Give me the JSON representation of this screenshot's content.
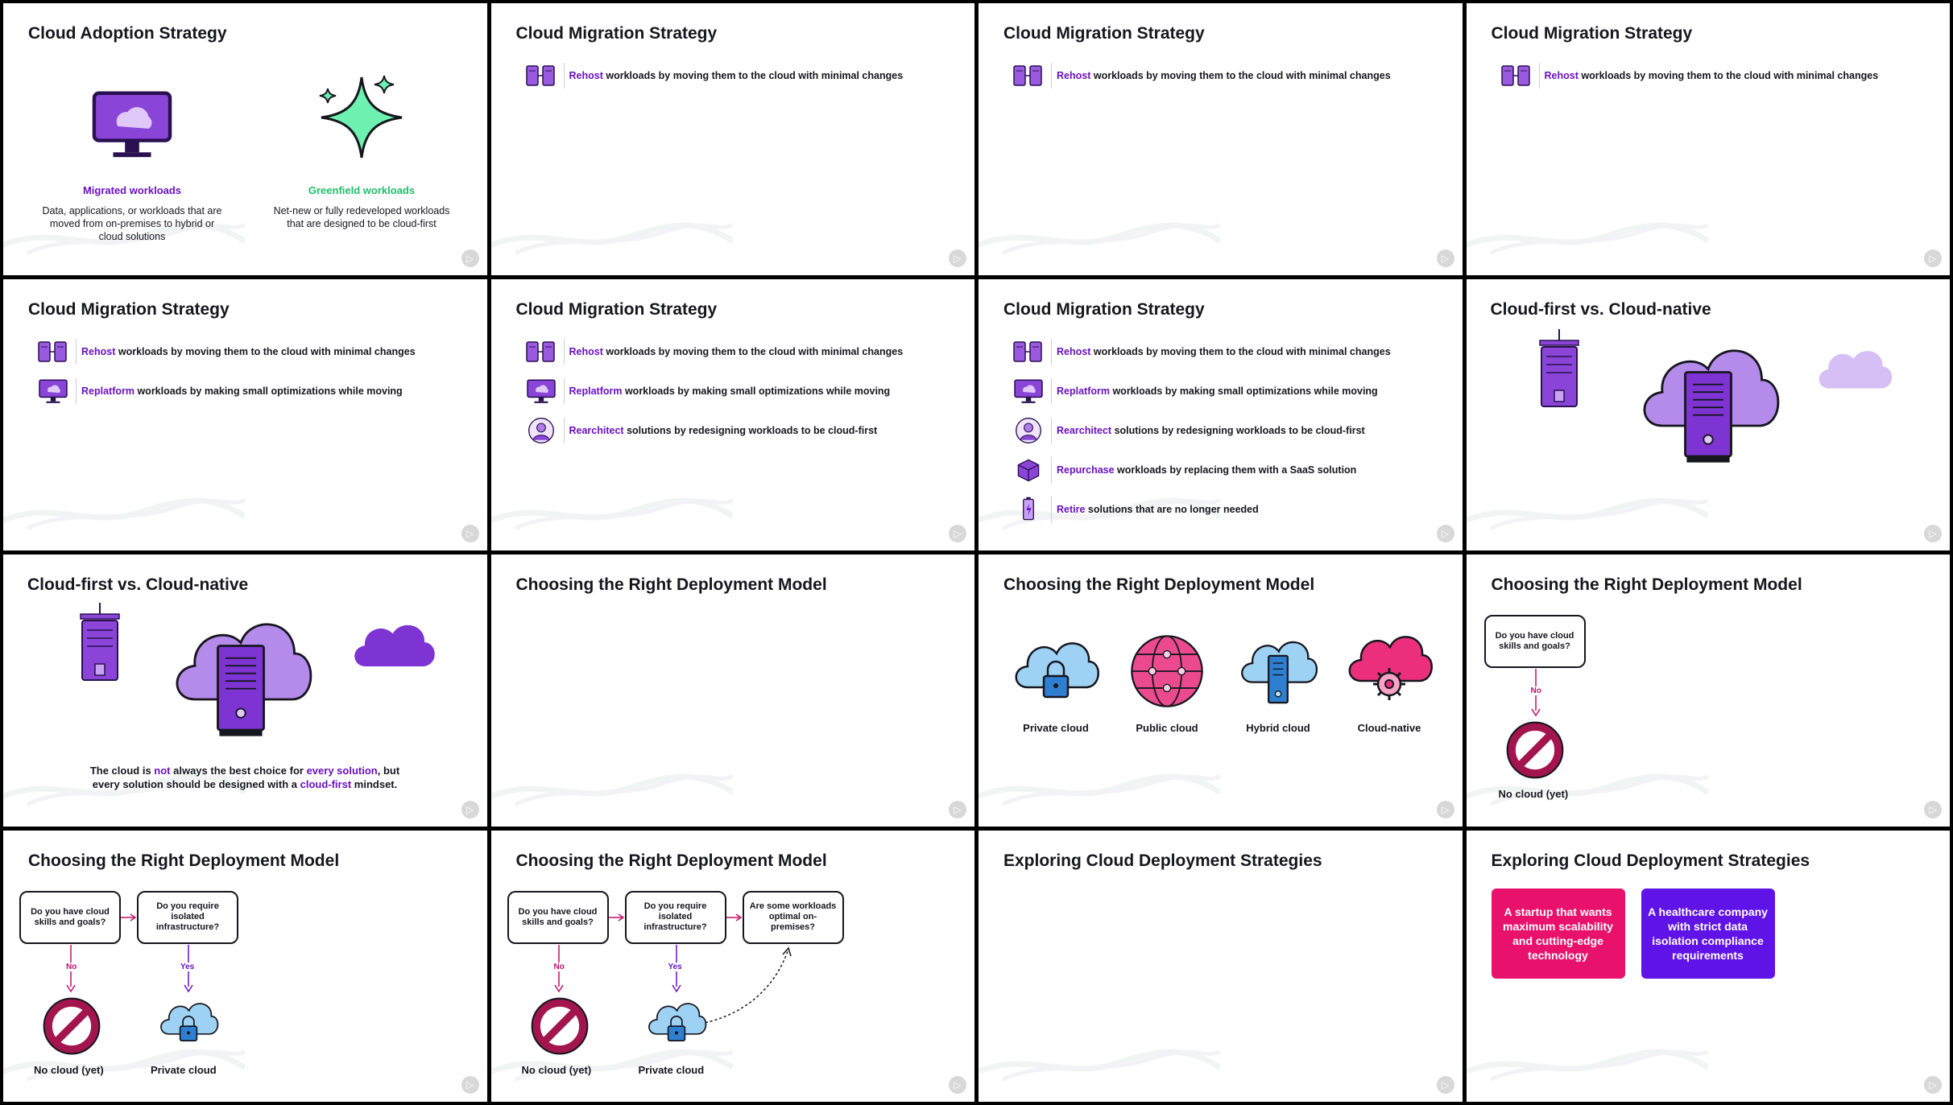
{
  "colors": {
    "purple": "#6a11c0",
    "green": "#1fbf6a",
    "pink": "#e8116c",
    "violet": "#6013e6",
    "crimson": "#a0144c",
    "sky": "#8ccbf2",
    "lavender": "#b07ce8"
  },
  "slides": {
    "s1": {
      "title": "Cloud Adoption Strategy",
      "migrated_head": "Migrated workloads",
      "migrated_body": "Data, applications, or workloads that are moved from on-premises to hybrid or cloud solutions",
      "greenfield_head": "Greenfield workloads",
      "greenfield_body": "Net-new or fully redeveloped workloads that are designed to be cloud-first"
    },
    "migration_title": "Cloud Migration Strategy",
    "rows": {
      "rehost_kw": "Rehost",
      "rehost_txt": " workloads by moving them to the cloud with minimal changes",
      "replatform_kw": "Replatform",
      "replatform_txt": " workloads by making small optimizations while moving",
      "rearchitect_kw": "Rearchitect",
      "rearchitect_txt": " solutions by redesigning workloads to be cloud-first",
      "repurchase_kw": "Repurchase",
      "repurchase_txt": " workloads by replacing them with a SaaS solution",
      "retire_kw": "Retire",
      "retire_txt": " solutions that are no longer needed"
    },
    "cloudfirst_title": "Cloud-first vs. Cloud-native",
    "cloudfirst_caption": {
      "p1": "The cloud is ",
      "not": "not",
      "p2": " always the best choice for ",
      "every": "every solution",
      "p3": ", but every solution should be designed with a ",
      "cf": "cloud-first",
      "p4": " mindset."
    },
    "deploy_title": "Choosing the Right Deployment Model",
    "models": {
      "private": "Private cloud",
      "public": "Public cloud",
      "hybrid": "Hybrid cloud",
      "native": "Cloud-native"
    },
    "questions": {
      "q1": "Do you have cloud skills and goals?",
      "q2": "Do you require isolated infrastructure?",
      "q3": "Are some workloads optimal on-premises?",
      "no": "No",
      "yes": "Yes",
      "nocloud": "No cloud (yet)",
      "private": "Private cloud"
    },
    "explore_title": "Exploring Cloud Deployment Strategies",
    "cards": {
      "startup": "A startup that wants maximum scalability and cutting-edge technology",
      "health": "A healthcare company with strict data isolation compliance requirements"
    },
    "logo_glyph": "▷"
  }
}
